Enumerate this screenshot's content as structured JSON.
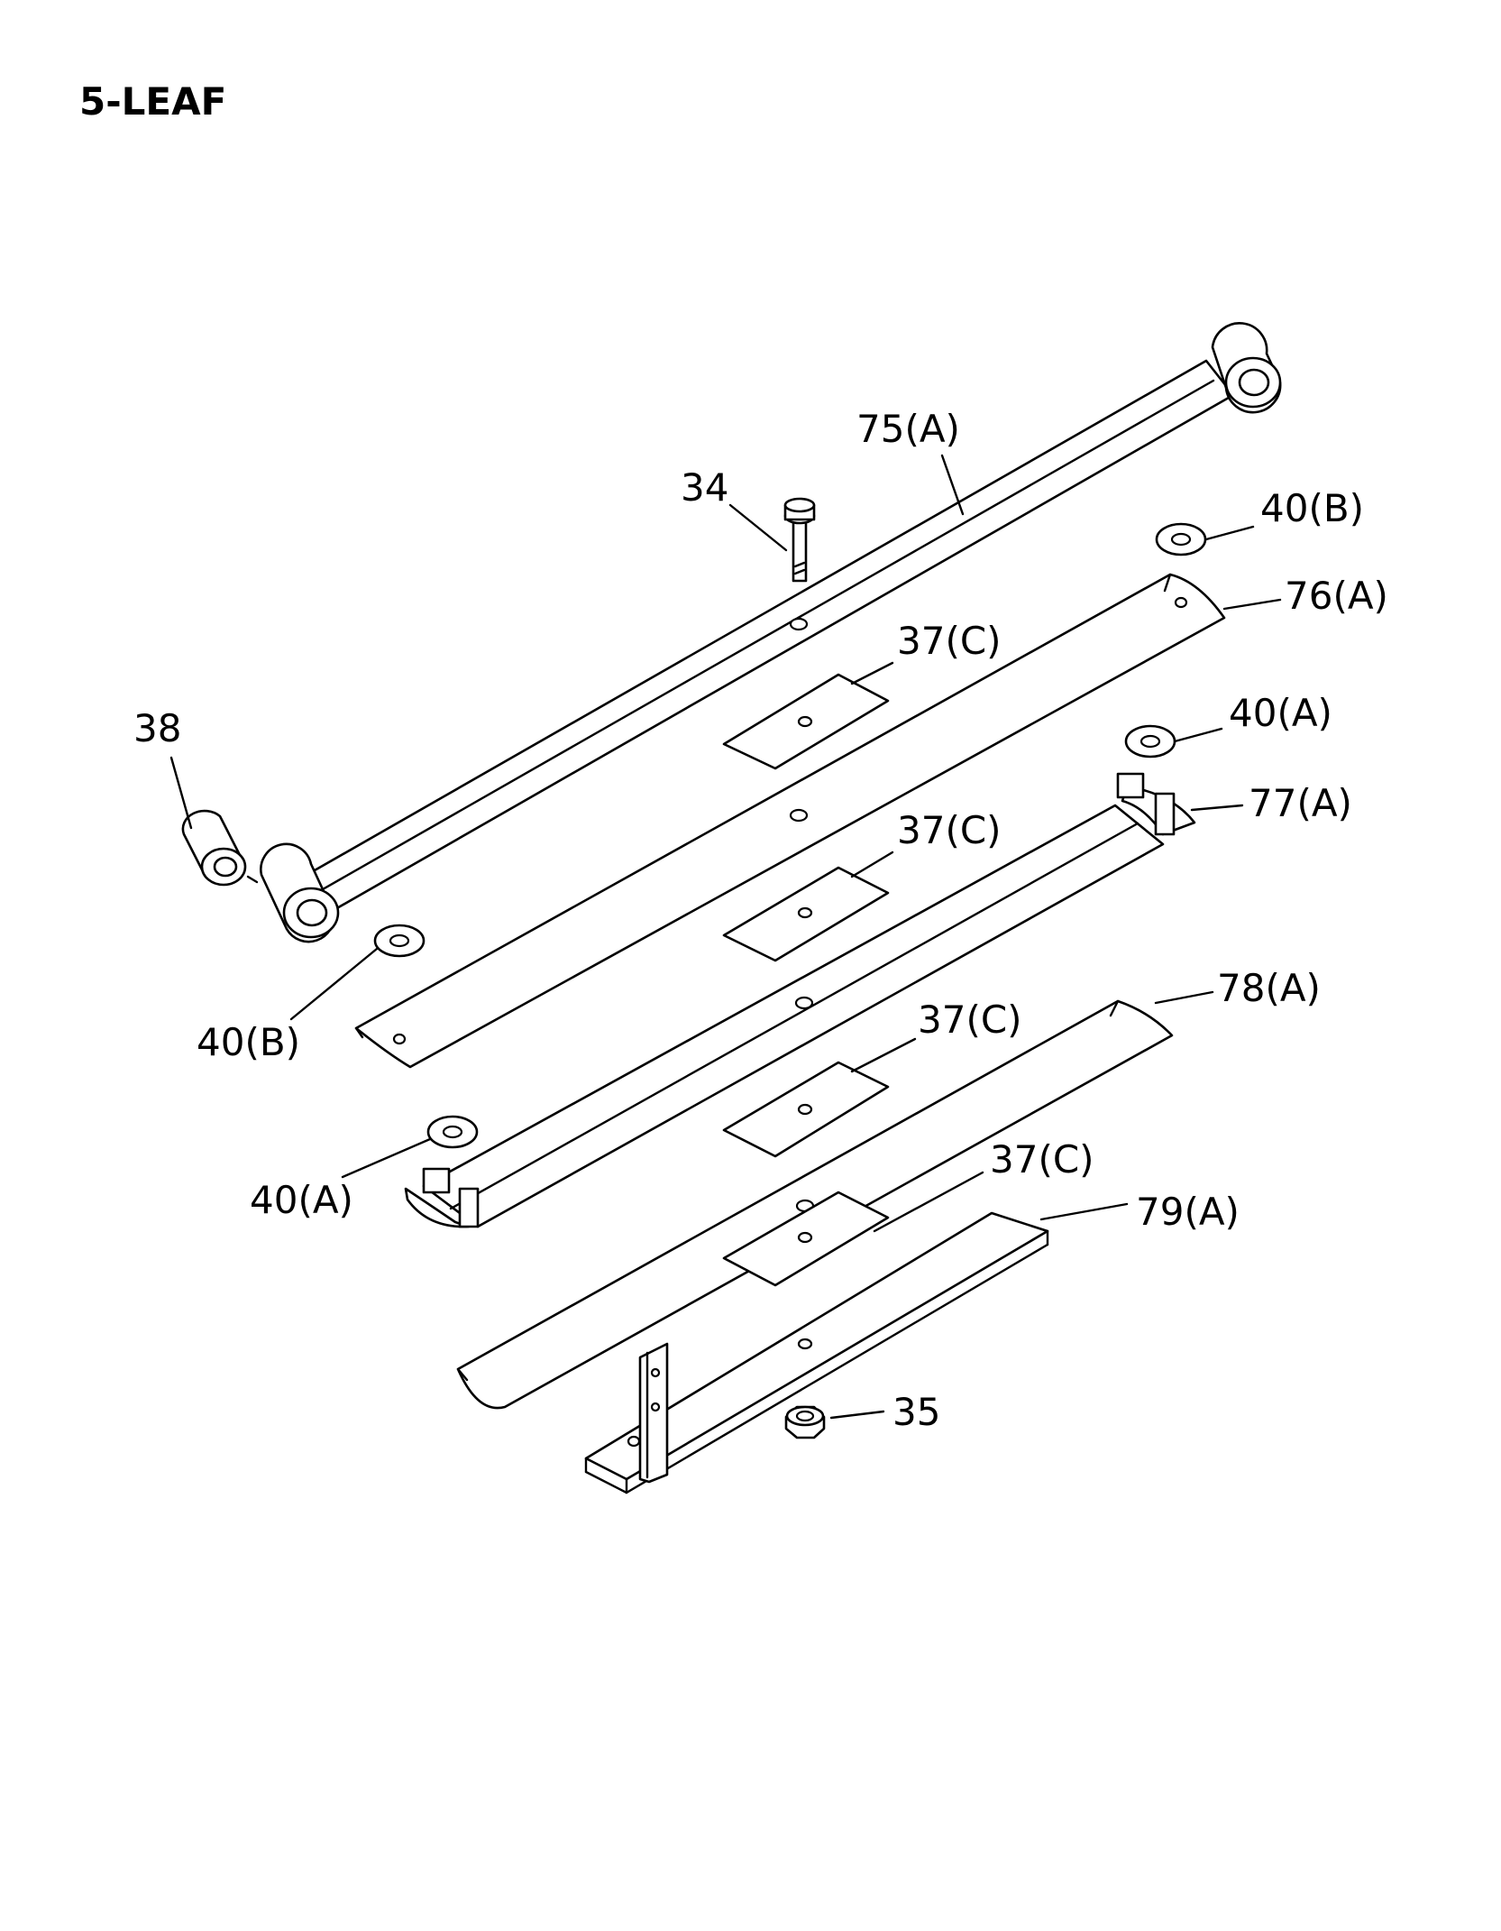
{
  "title": "5-LEAF",
  "callouts": {
    "p75a": "75(A)",
    "p34": "34",
    "p40b_top": "40(B)",
    "p76a": "76(A)",
    "p37c_1": "37(C)",
    "p38": "38",
    "p40a_top": "40(A)",
    "p77a": "77(A)",
    "p37c_2": "37(C)",
    "p40b_left": "40(B)",
    "p78a": "78(A)",
    "p37c_3": "37(C)",
    "p40a_left": "40(A)",
    "p37c_4": "37(C)",
    "p79a": "79(A)",
    "p35": "35"
  }
}
